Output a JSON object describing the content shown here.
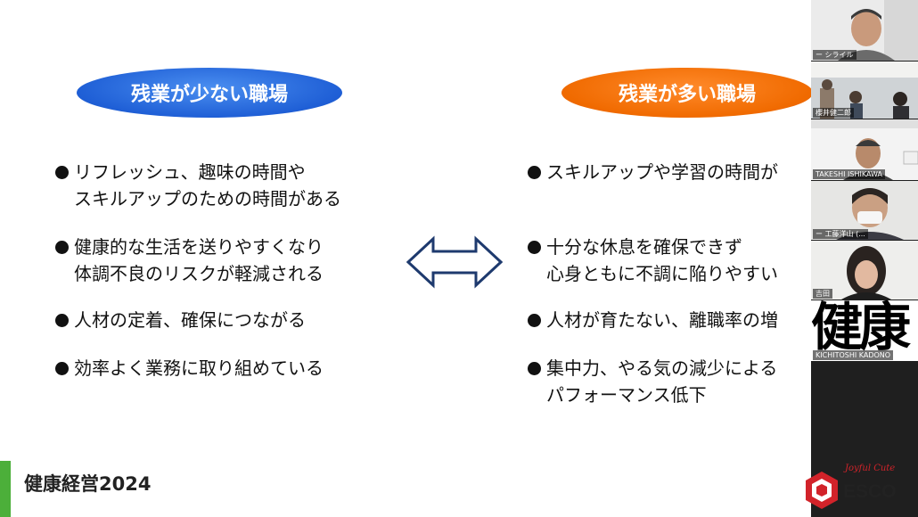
{
  "slide": {
    "left_header": "残業が少ない職場",
    "right_header": "残業が多い職場",
    "left_bullets": [
      [
        "リフレッシュ、趣味の時間や",
        "スキルアップのための時間がある"
      ],
      [
        "健康的な生活を送りやすくなり",
        "体調不良のリスクが軽減される"
      ],
      [
        "人材の定着、確保につながる"
      ],
      [
        "効率よく業務に取り組めている"
      ]
    ],
    "right_bullets": [
      [
        "スキルアップや学習の時間が"
      ],
      [
        "十分な休息を確保できず",
        "心身ともに不調に陥りやすい"
      ],
      [
        "人材が育たない、離職率の増"
      ],
      [
        "集中力、やる気の減少による",
        "パフォーマンス低下"
      ]
    ],
    "footer": "健康経営2024",
    "logo_script": "Joyful Cute",
    "logo_text": "ESCO",
    "colors": {
      "left_pill": "#1f5fd6",
      "right_pill": "#f06a00",
      "footer_accent": "#4caf3a",
      "logo_red": "#d2232a"
    }
  },
  "participants": [
    {
      "name": "ー シライル"
    },
    {
      "name": "櫻井健二郎"
    },
    {
      "name": "TAKESHI ISHIKAWA"
    },
    {
      "name": "ー 工藤洋山 (..."
    },
    {
      "name": "吉田"
    },
    {
      "name": "KICHITOSHI KADONO"
    }
  ],
  "overlay_kanji": "健康"
}
